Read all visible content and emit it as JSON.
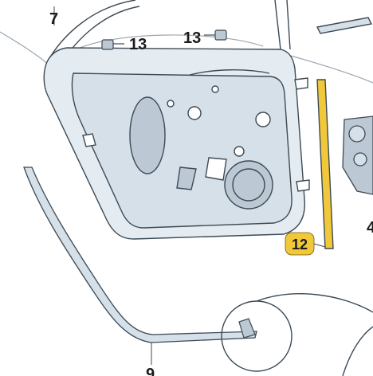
{
  "callouts": {
    "part_7": "7",
    "part_13_a": "13",
    "part_13_b": "13",
    "part_12": "12",
    "part_9": "9",
    "part_4_partial": "4"
  },
  "colors": {
    "line": "#3d4a55",
    "panel_fill": "#e4ecf2",
    "panel_inner": "#d5e0e9",
    "dark_fill": "#bcc9d4",
    "highlight_strip": "#f1c83a",
    "badge_fill": "#f1c83a",
    "leader_line": "#8a97a3"
  }
}
